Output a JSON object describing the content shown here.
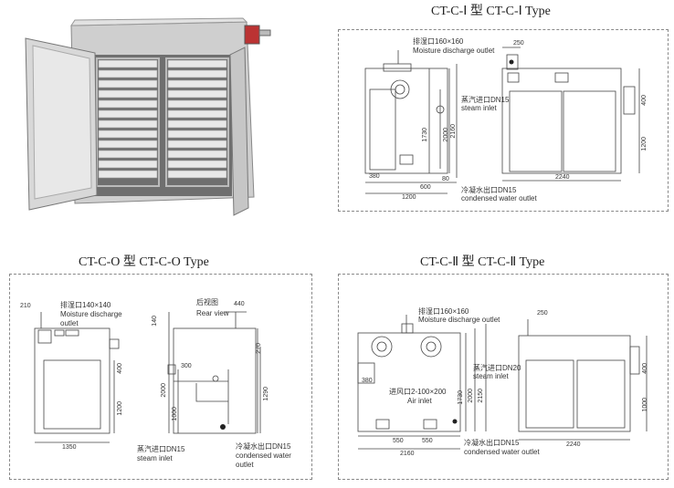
{
  "titles": {
    "ct_c_i": "CT-C-Ⅰ 型   CT-C-Ⅰ Type",
    "ct_c_o": "CT-C-O 型   CT-C-O Type",
    "ct_c_ii": "CT-C-Ⅱ 型   CT-C-Ⅱ Type"
  },
  "ct_c_i": {
    "moisture_outlet": "排湿口160×160",
    "moisture_outlet_en": "Moisture discharge outlet",
    "steam_inlet": "蒸汽进口DN15",
    "steam_inlet_en": "steam inlet",
    "water_outlet": "冷凝水出口DN15",
    "water_outlet_en": "condensed water outlet",
    "dims": {
      "d250": "250",
      "d1730": "1730",
      "d2000": "2000",
      "d2160": "2160",
      "d400": "400",
      "d1200v": "1200",
      "d380": "380",
      "d600": "600",
      "d1200": "1200",
      "d80": "80",
      "d2240": "2240"
    }
  },
  "ct_c_o": {
    "d210": "210",
    "moisture_outlet": "排湿口140×140",
    "moisture_outlet_en1": "Moisture discharge",
    "moisture_outlet_en2": "outlet",
    "rear_view": "后视图",
    "rear_view_en": "Rear view",
    "steam_inlet": "蒸汽进口DN15",
    "steam_inlet_en": "steam inlet",
    "water_outlet": "冷凝水出口DN15",
    "water_outlet_en1": "condensed water",
    "water_outlet_en2": "outlet",
    "dims": {
      "d440": "440",
      "d140": "140",
      "d400": "400",
      "d1200": "1200",
      "d1350": "1350",
      "d2000": "2000",
      "d1000": "1000",
      "d300": "300",
      "d270": "270",
      "d1290": "1290"
    }
  },
  "ct_c_ii": {
    "moisture_outlet": "排湿口160×160",
    "moisture_outlet_en": "Moisture discharge outlet",
    "steam_inlet": "蒸汽进口DN20",
    "steam_inlet_en": "steam inlet",
    "air_inlet": "进风口2-100×200",
    "air_inlet_en": "Air inlet",
    "water_outlet": "冷凝水出口DN15",
    "water_outlet_en": "condensed water outlet",
    "dims": {
      "d250": "250",
      "d380": "380",
      "d1730": "1730",
      "d2000": "2000",
      "d2150": "2150",
      "d550a": "550",
      "d550b": "550",
      "d2160": "2160",
      "d400": "400",
      "d1000": "1000",
      "d2240": "2240"
    }
  }
}
